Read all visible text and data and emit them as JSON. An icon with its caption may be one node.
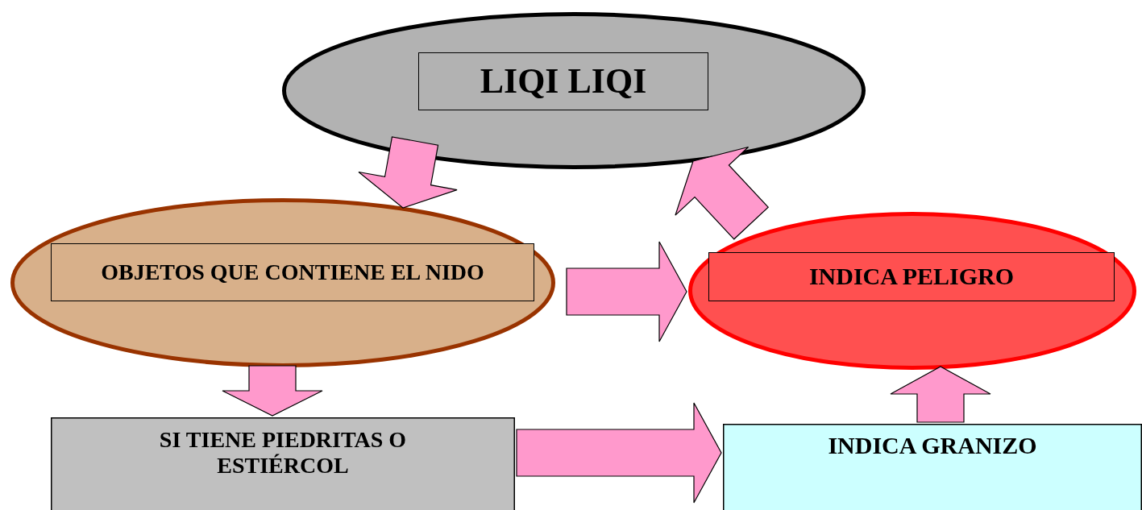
{
  "diagram": {
    "nodes": [
      {
        "text": [
          "LIQI LIQI"
        ]
      },
      {
        "text": [
          "OBJETOS QUE CONTIENE EL NIDO"
        ]
      },
      {
        "text": [
          "INDICA PELIGRO"
        ]
      },
      {
        "text": [
          "SI TIENE PIEDRITAS O ESTIÉRCOL"
        ]
      },
      {
        "text": [
          "INDICA GRANIZO"
        ]
      }
    ],
    "edges": [
      {
        "from": 0,
        "to": 1,
        "arrow": "to"
      },
      {
        "from": 2,
        "to": 0,
        "arrow": "to"
      },
      {
        "from": 1,
        "to": 2,
        "arrow": "to"
      },
      {
        "from": 1,
        "to": 3,
        "arrow": "to"
      },
      {
        "from": 3,
        "to": 4,
        "arrow": "to"
      },
      {
        "from": 4,
        "to": 2,
        "arrow": "to"
      }
    ]
  }
}
